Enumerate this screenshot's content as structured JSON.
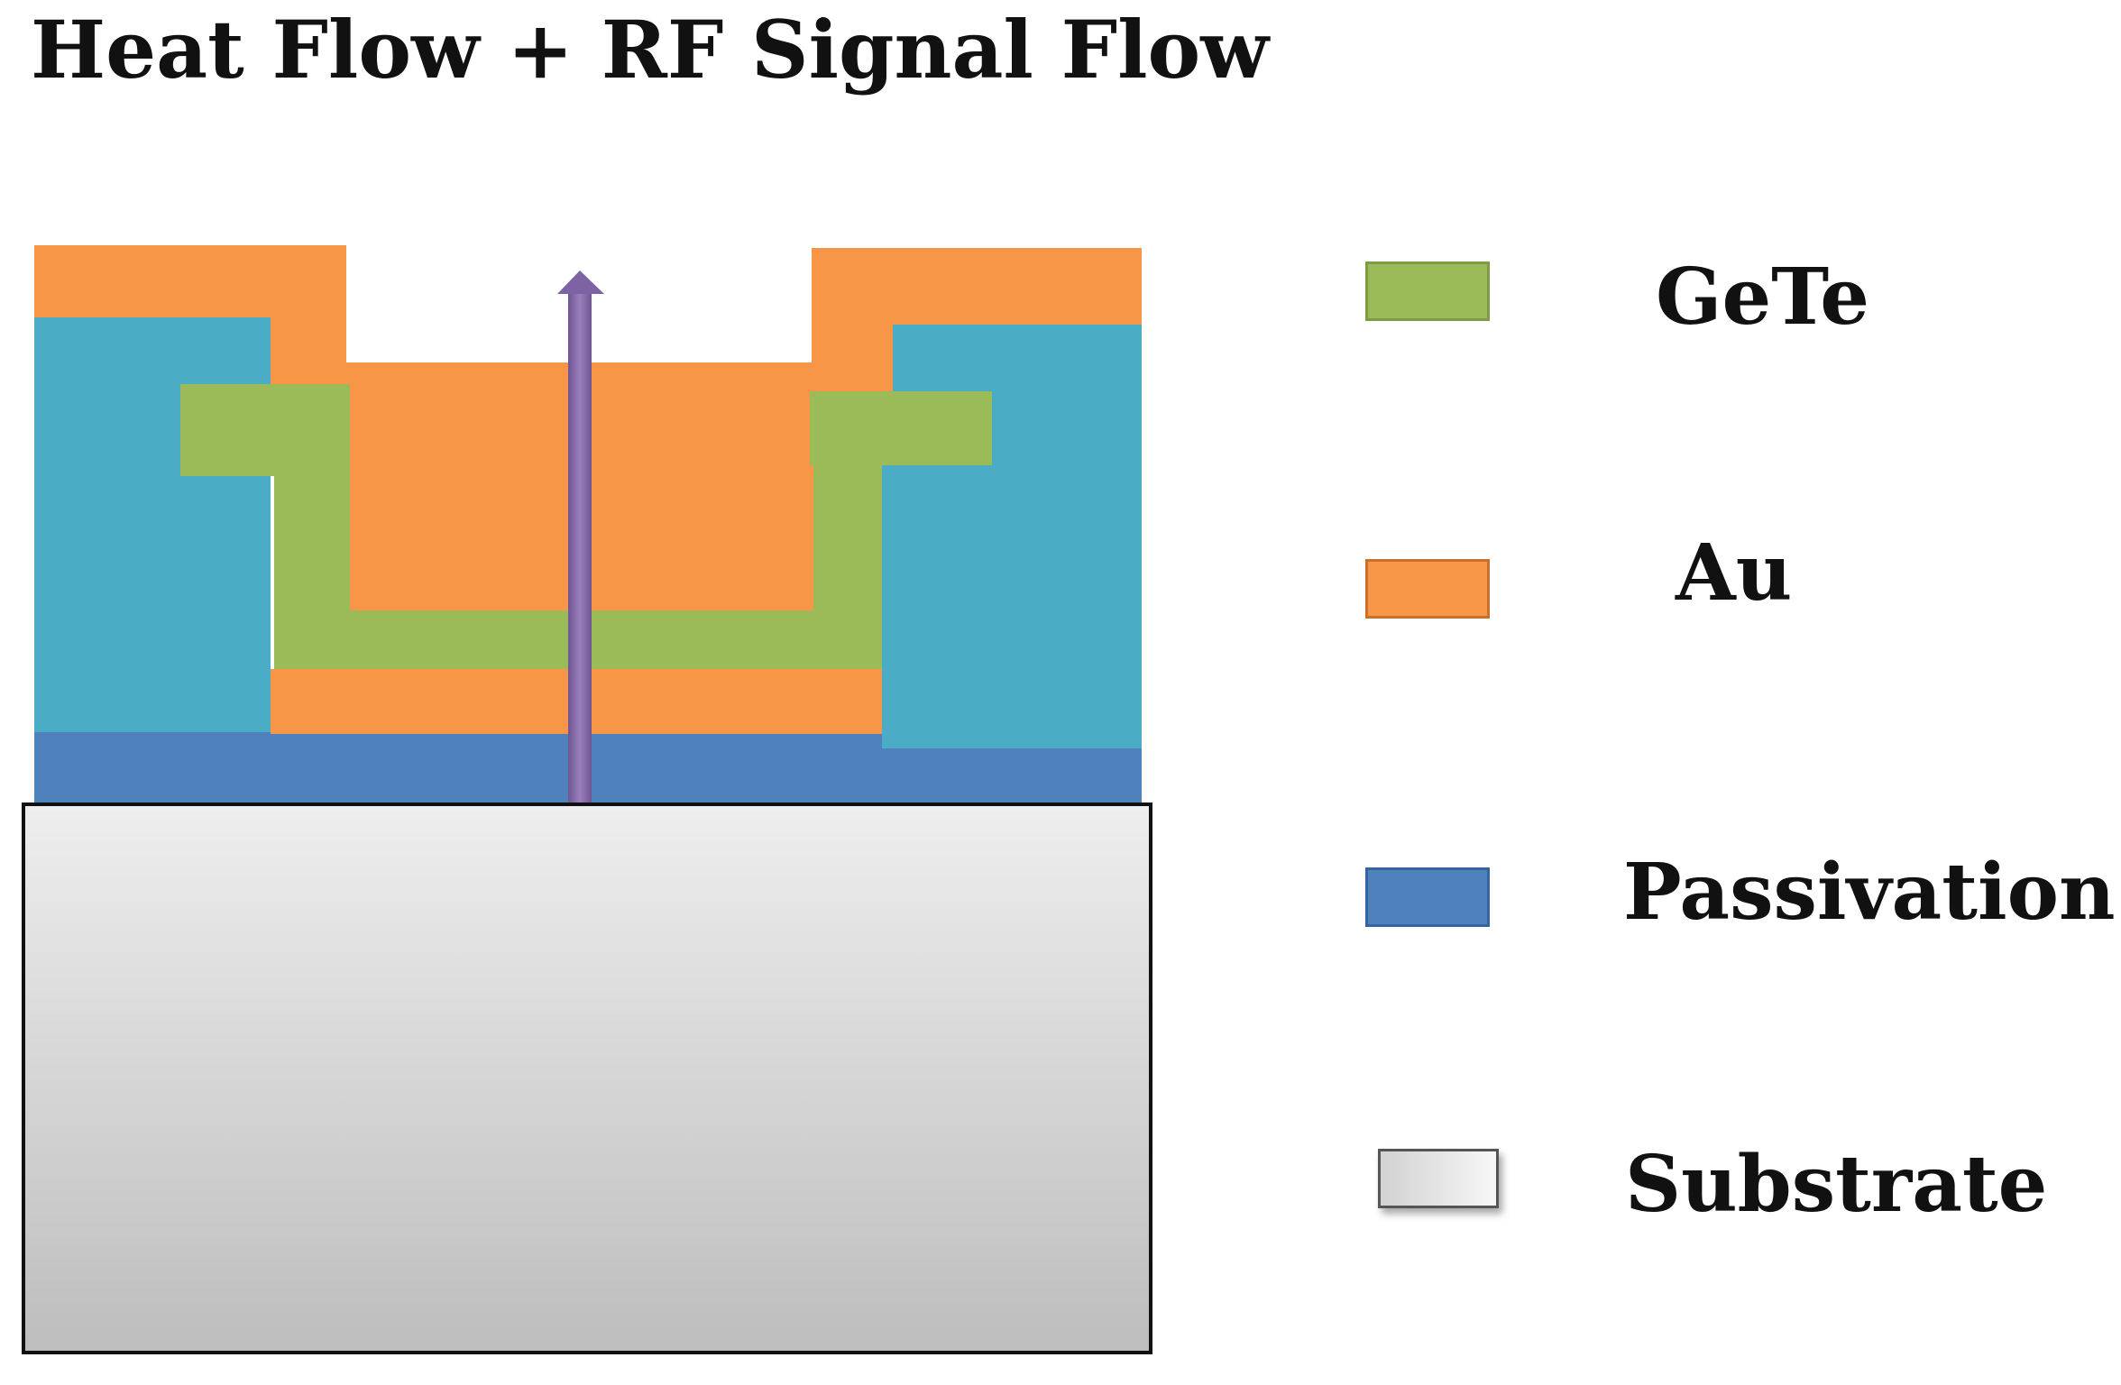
{
  "title": "Heat Flow + RF Signal Flow",
  "colors": {
    "gete": "#9bbb59",
    "au": "#f79646",
    "passivation": "#4f81bd",
    "dielectric": "#4bacc6",
    "arrow": "#8064a2",
    "substrate_top": "#eeeeee",
    "substrate_bottom": "#bdbdbd"
  },
  "legend": [
    {
      "label": "GeTe",
      "swatch_icon": "green-rectangle-swatch",
      "color": "#9bbb59"
    },
    {
      "label": "Au",
      "swatch_icon": "orange-rectangle-swatch",
      "color": "#f79646"
    },
    {
      "label": "Passivation",
      "swatch_icon": "blue-rectangle-swatch",
      "color": "#4f81bd"
    },
    {
      "label": "Substrate",
      "swatch_icon": "gray-gradient-rectangle-swatch",
      "color": "#d6d6d6"
    }
  ]
}
